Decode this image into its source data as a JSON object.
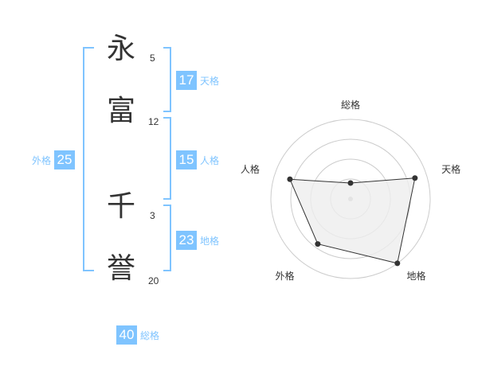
{
  "colors": {
    "accent": "#7fc4ff",
    "text": "#333333",
    "radar_fill": "#eeeeee",
    "radar_grid": "#cccccc"
  },
  "name": {
    "characters": [
      {
        "char": "永",
        "strokes": "5"
      },
      {
        "char": "富",
        "strokes": "12"
      },
      {
        "char": "千",
        "strokes": "3"
      },
      {
        "char": "誉",
        "strokes": "20"
      }
    ]
  },
  "fortune": {
    "tenkaku": {
      "value": "17",
      "label": "天格"
    },
    "jinkaku": {
      "value": "15",
      "label": "人格"
    },
    "chikaku": {
      "value": "23",
      "label": "地格"
    },
    "gaikaku": {
      "value": "25",
      "label": "外格"
    },
    "soukaku": {
      "value": "40",
      "label": "総格"
    }
  },
  "chart_data": {
    "type": "radar",
    "axes": [
      "総格",
      "天格",
      "地格",
      "外格",
      "人格"
    ],
    "values": [
      0.2,
      0.85,
      1.0,
      0.7,
      0.8
    ],
    "max": 1.0,
    "rings": 4
  }
}
